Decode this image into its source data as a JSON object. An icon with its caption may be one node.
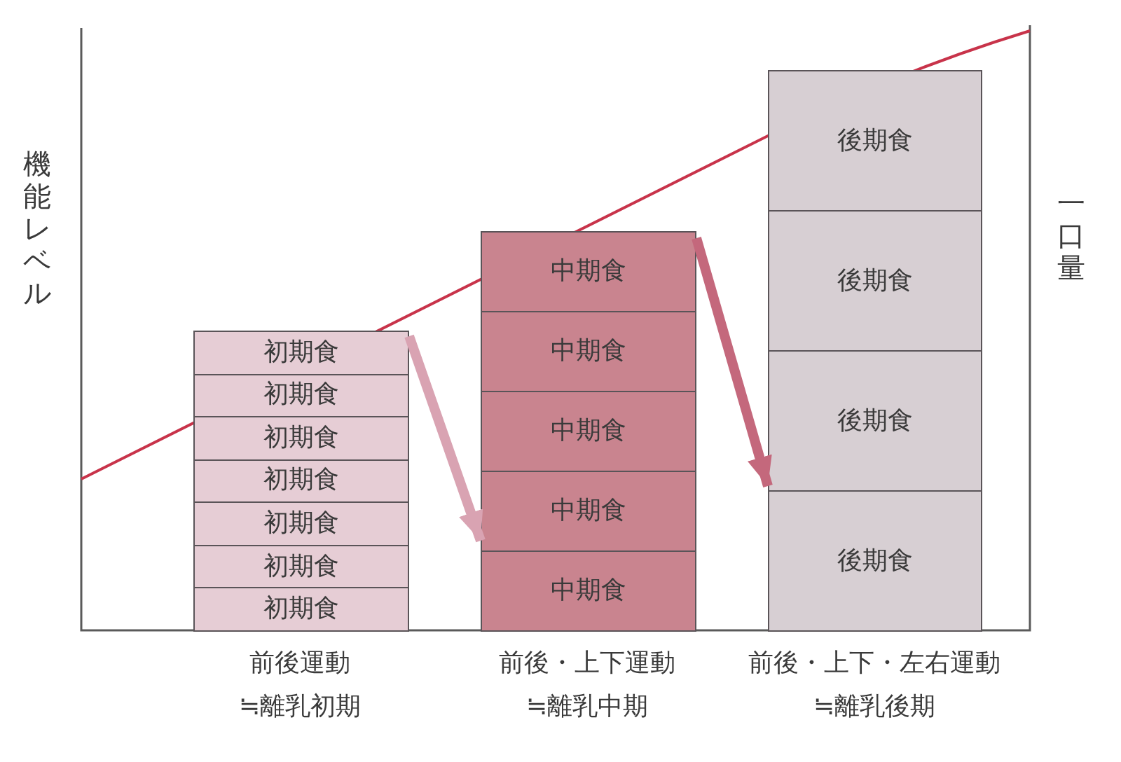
{
  "diagram": {
    "nodes": [
      {
        "text": [
          "初期食"
        ]
      },
      {
        "text": [
          "初期食"
        ]
      },
      {
        "text": [
          "初期食"
        ]
      },
      {
        "text": [
          "初期食"
        ]
      },
      {
        "text": [
          "初期食"
        ]
      },
      {
        "text": [
          "初期食"
        ]
      },
      {
        "text": [
          "初期食"
        ]
      },
      {
        "text": [
          "中期食"
        ]
      },
      {
        "text": [
          "中期食"
        ]
      },
      {
        "text": [
          "中期食"
        ]
      },
      {
        "text": [
          "中期食"
        ]
      },
      {
        "text": [
          "中期食"
        ]
      },
      {
        "text": [
          "後期食"
        ]
      },
      {
        "text": [
          "後期食"
        ]
      },
      {
        "text": [
          "後期食"
        ]
      },
      {
        "text": [
          "後期食"
        ]
      }
    ],
    "edges": [
      {
        "from": 0,
        "to": 10,
        "arrow": "to",
        "color": "#d9a3b2"
      },
      {
        "from": 7,
        "to": 14,
        "arrow": "to",
        "color": "#c4687c"
      }
    ],
    "labels": [
      "機能レベル",
      "一口量",
      "前後運動",
      "≒離乳初期",
      "前後・上下運動",
      "≒離乳中期",
      "前後・上下・左右運動",
      "≒離乳後期"
    ]
  }
}
